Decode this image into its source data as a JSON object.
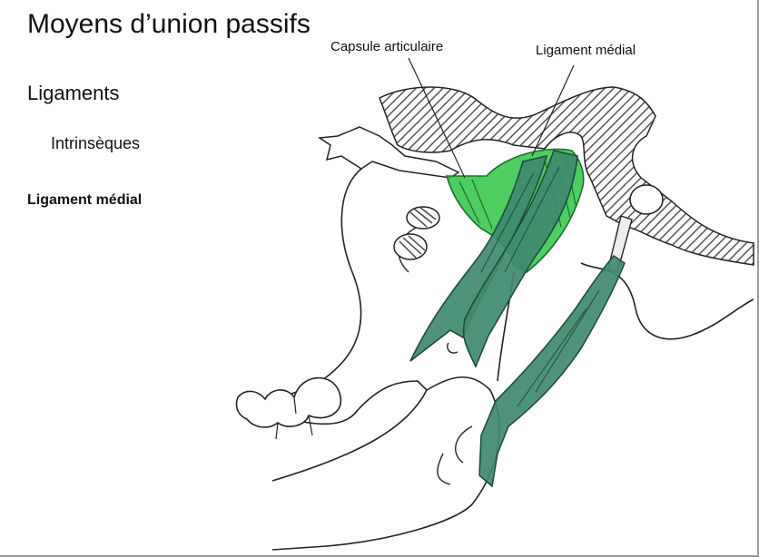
{
  "slide": {
    "title": "Moyens d’union passifs",
    "heading": "Ligaments",
    "subheading": "Intrinsèques",
    "bold_label": "Ligament médial"
  },
  "diagram": {
    "labels": {
      "capsule": "Capsule articulaire",
      "ligament": "Ligament médial"
    },
    "colors": {
      "ligament_fill": "#3f8a6e",
      "capsule_fill": "#35c64a",
      "hatch_fill": "#555555",
      "line": "#222222"
    }
  }
}
